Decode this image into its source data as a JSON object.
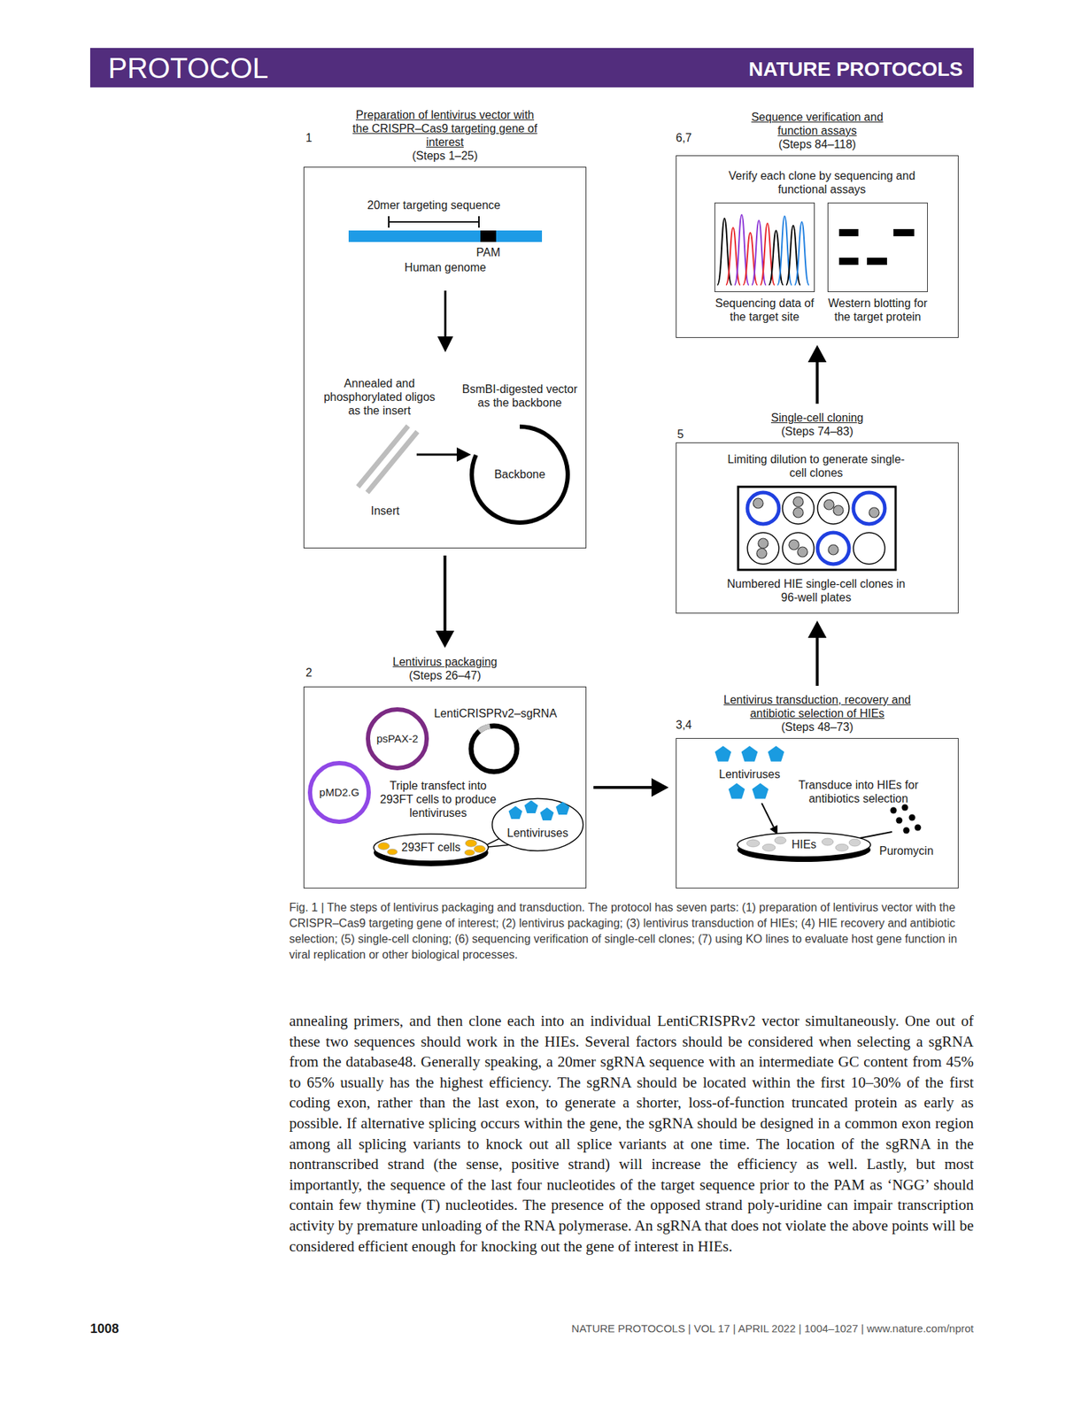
{
  "diagram": {
    "caption": "Fig. 1 | The steps of lentivirus packaging and transduction. The protocol has seven parts: (1) preparation of lentivirus vector with the CRISPR–Cas9 targeting gene of interest; (2) lentivirus packaging; (3) lentivirus transduction of HIEs; (4) HIE recovery and antibiotic selection; (5) single-cell cloning; (6) sequencing verification of single-cell clones; (7) using KO lines to evaluate host gene function in viral replication or other biological processes.",
    "nodes": [
      {
        "text": [
          "Preparation of lentivirus vector with the CRISPR–Cas9 targeting gene of interest",
          "(Steps 1–25)"
        ]
      },
      {
        "text": [
          "Backbone"
        ],
        "in": 0
      },
      {
        "text": [
          "Lentivirus packaging",
          "(Steps 26–47)"
        ]
      },
      {
        "text": [
          "psPAX-2"
        ],
        "in": 2
      },
      {
        "text": [
          "pMD2.G"
        ],
        "in": 2
      },
      {
        "text": [
          "Lentiviruses"
        ],
        "in": 2
      },
      {
        "text": [
          "293FT cells"
        ],
        "in": 2
      },
      {
        "text": [
          "Lentivirus transduction, recovery and antibiotic selection of HIEs",
          "(Steps 48–73)"
        ]
      },
      {
        "text": [
          "HIEs"
        ],
        "in": 7
      },
      {
        "text": [
          "Single-cell cloning",
          "(Steps 74–83)"
        ]
      },
      {
        "text": [
          "Sequence verification and function assays",
          "(Steps 84–118)"
        ]
      },
      {
        "text": [
          "Sequencing data of the target site"
        ],
        "in": 10
      },
      {
        "text": [
          "Western blotting for the target protein"
        ],
        "in": 10
      }
    ],
    "edges": [
      {
        "from": 0,
        "to": 2,
        "arrow": "to"
      },
      {
        "from": 2,
        "to": 7,
        "arrow": "to"
      },
      {
        "from": 7,
        "to": 9,
        "arrow": "to"
      },
      {
        "from": 9,
        "to": 10,
        "arrow": "to"
      }
    ],
    "labels": [
      "PROTOCOL",
      "NATURE PROTOCOLS",
      "1",
      "20mer targeting sequence",
      "PAM",
      "Human genome",
      "Annealed and phosphorylated oligos as the insert",
      "BsmBI-digested vector as the backbone",
      "Insert",
      "2",
      "LentiCRISPRv2–sgRNA",
      "Triple transfect into 293FT cells to produce lentiviruses",
      "3,4",
      "Lentiviruses",
      "Transduce into HIEs for antibiotics selection",
      "Puromycin",
      "5",
      "Limiting dilution to generate single-cell clones",
      "Numbered HIE single-cell clones in 96-well plates",
      "6,7",
      "Verify each clone by sequencing and functional assays",
      "annealing primers, and then clone each into an individual LentiCRISPRv2 vector simultaneously. One out of these two sequences should work in the HIEs. Several factors should be considered when selecting a sgRNA from the database48. Generally speaking, a 20mer sgRNA sequence with an intermediate GC content from 45% to 65% usually has the highest efficiency. The sgRNA should be located within the first 10–30% of the first coding exon, rather than the last exon, to generate a shorter, loss-of-function truncated protein as early as possible. If alternative splicing occurs within the gene, the sgRNA should be designed in a common exon region among all splicing variants to knock out all splice variants at one time. The location of the sgRNA in the nontranscribed strand (the sense, positive strand) will increase the efficiency as well. Lastly, but most importantly, the sequence of the last four nucleotides of the target sequence prior to the PAM as ‘NGG’ should contain few thymine (T) nucleotides. The presence of the opposed strand poly-uridine can impair transcription activity by premature unloading of the RNA polymerase. An sgRNA that does not violate the above points will be considered efficient enough for knocking out the gene of interest in HIEs.",
      "1008",
      "NATURE PROTOCOLS | VOL 17 | APRIL 2022 | 1004–1027 | www.nature.com/nprot"
    ]
  }
}
